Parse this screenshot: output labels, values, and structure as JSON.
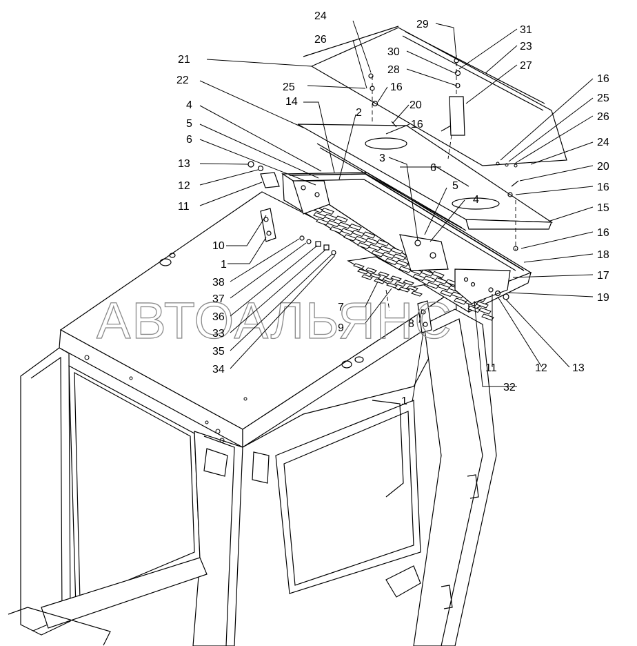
{
  "watermark": "АВТОАЛЬЯНС",
  "callouts": [
    {
      "id": "c24a",
      "text": "24"
    },
    {
      "id": "c26a",
      "text": "26"
    },
    {
      "id": "c21",
      "text": "21"
    },
    {
      "id": "c22",
      "text": "22"
    },
    {
      "id": "c25a",
      "text": "25"
    },
    {
      "id": "c16a",
      "text": "16"
    },
    {
      "id": "c4a",
      "text": "4"
    },
    {
      "id": "c14",
      "text": "14"
    },
    {
      "id": "c2",
      "text": "2"
    },
    {
      "id": "c20a",
      "text": "20"
    },
    {
      "id": "c16b",
      "text": "16"
    },
    {
      "id": "c5a",
      "text": "5"
    },
    {
      "id": "c6a",
      "text": "6"
    },
    {
      "id": "c13a",
      "text": "13"
    },
    {
      "id": "c12a",
      "text": "12"
    },
    {
      "id": "c11a",
      "text": "11"
    },
    {
      "id": "c10",
      "text": "10"
    },
    {
      "id": "c1a",
      "text": "1"
    },
    {
      "id": "c38",
      "text": "38"
    },
    {
      "id": "c37",
      "text": "37"
    },
    {
      "id": "c36",
      "text": "36"
    },
    {
      "id": "c33",
      "text": "33"
    },
    {
      "id": "c35",
      "text": "35"
    },
    {
      "id": "c34",
      "text": "34"
    },
    {
      "id": "c3",
      "text": "3"
    },
    {
      "id": "c6b",
      "text": "6"
    },
    {
      "id": "c5b",
      "text": "5"
    },
    {
      "id": "c4b",
      "text": "4"
    },
    {
      "id": "c7",
      "text": "7"
    },
    {
      "id": "c9",
      "text": "9"
    },
    {
      "id": "c8",
      "text": "8"
    },
    {
      "id": "c29",
      "text": "29"
    },
    {
      "id": "c31",
      "text": "31"
    },
    {
      "id": "c30",
      "text": "30"
    },
    {
      "id": "c23",
      "text": "23"
    },
    {
      "id": "c28",
      "text": "28"
    },
    {
      "id": "c27",
      "text": "27"
    },
    {
      "id": "c16c",
      "text": "16"
    },
    {
      "id": "c25b",
      "text": "25"
    },
    {
      "id": "c26b",
      "text": "26"
    },
    {
      "id": "c24b",
      "text": "24"
    },
    {
      "id": "c20b",
      "text": "20"
    },
    {
      "id": "c16d",
      "text": "16"
    },
    {
      "id": "c15",
      "text": "15"
    },
    {
      "id": "c16e",
      "text": "16"
    },
    {
      "id": "c18",
      "text": "18"
    },
    {
      "id": "c17",
      "text": "17"
    },
    {
      "id": "c19",
      "text": "19"
    },
    {
      "id": "c11b",
      "text": "11"
    },
    {
      "id": "c12b",
      "text": "12"
    },
    {
      "id": "c13b",
      "text": "13"
    },
    {
      "id": "c32",
      "text": "32"
    },
    {
      "id": "c1b",
      "text": "1"
    }
  ]
}
